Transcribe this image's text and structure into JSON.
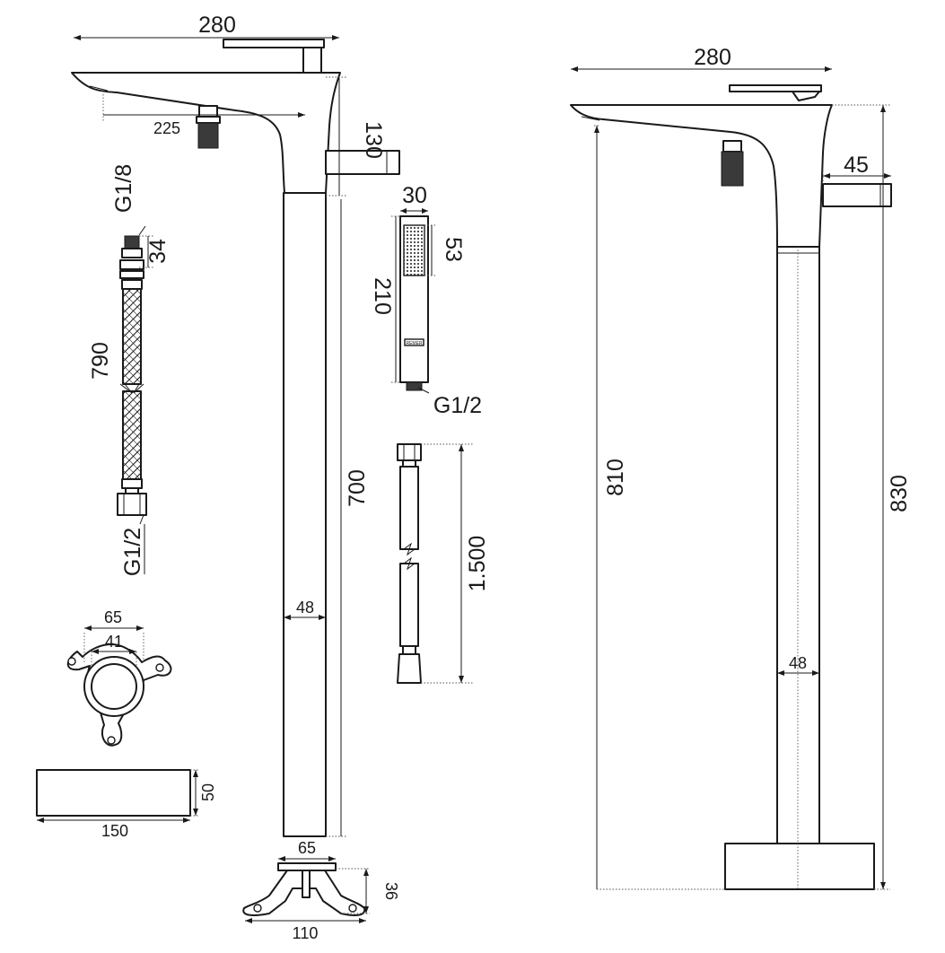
{
  "dims": {
    "left_width": "280",
    "left_spout_reach": "225",
    "left_spout_height": "130",
    "hose_thread_top": "G1/8",
    "hose_end_length": "34",
    "hose_length": "790",
    "hose_thread_bottom": "G1/2",
    "handshower_width": "30",
    "handshower_head": "53",
    "handshower_length": "210",
    "handshower_thread": "G1/2",
    "hose2_length": "1.500",
    "column_height": "700",
    "column_diameter": "48",
    "flange_outer": "65",
    "flange_inner": "41",
    "box_height": "50",
    "box_width": "150",
    "base_top": "65",
    "base_height": "36",
    "base_width": "110",
    "right_width": "280",
    "right_outlet": "45",
    "right_spout_height": "810",
    "right_total_height": "830",
    "right_column_diameter": "48"
  },
  "brand_mark": "REMER"
}
